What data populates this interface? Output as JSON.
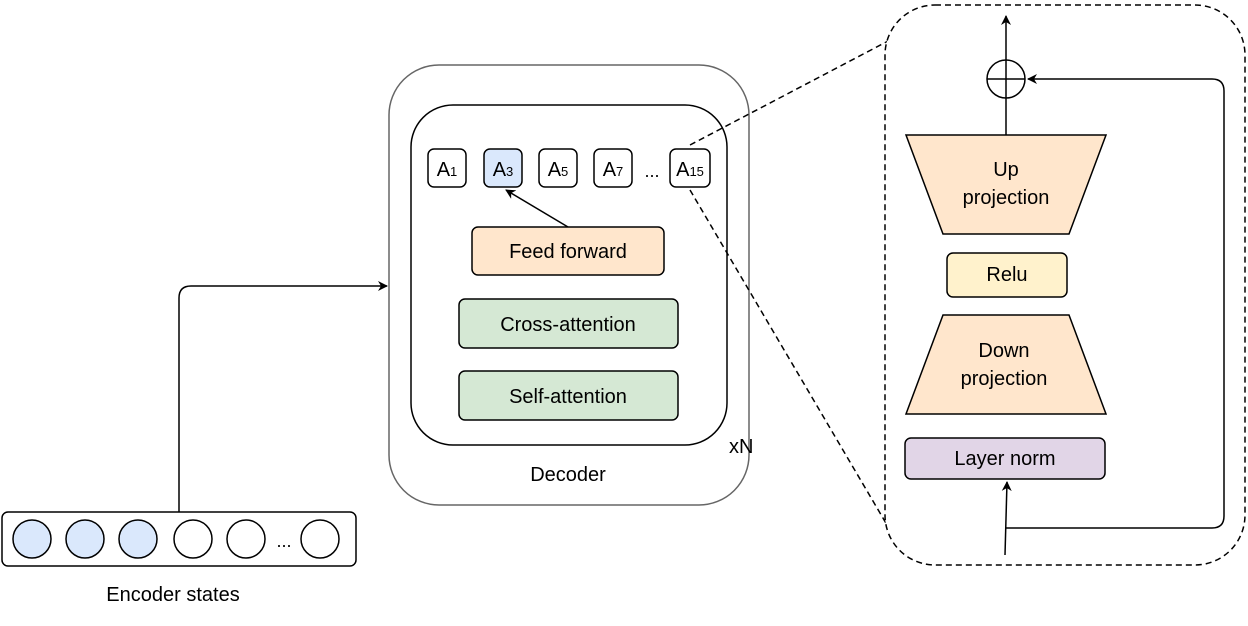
{
  "encoder": {
    "label": "Encoder states",
    "ellipsis": "...",
    "states": [
      {
        "filled": true
      },
      {
        "filled": true
      },
      {
        "filled": true
      },
      {
        "filled": false
      },
      {
        "filled": false
      },
      {
        "filled": false
      }
    ]
  },
  "decoder": {
    "label": "Decoder",
    "repeat": "xN",
    "adapters": [
      {
        "main": "A",
        "sub": "1",
        "highlight": false
      },
      {
        "main": "A",
        "sub": "3",
        "highlight": true
      },
      {
        "main": "A",
        "sub": "5",
        "highlight": false
      },
      {
        "main": "A",
        "sub": "7",
        "highlight": false
      },
      {
        "main": "A",
        "sub": "15",
        "highlight": false
      }
    ],
    "adapter_ellipsis": "...",
    "feed_forward": "Feed forward",
    "cross_attention": "Cross-attention",
    "self_attention": "Self-attention"
  },
  "adapter_detail": {
    "up_line1": "Up",
    "up_line2": "projection",
    "relu": "Relu",
    "down_line1": "Down",
    "down_line2": "projection",
    "layer_norm": "Layer norm"
  },
  "colors": {
    "state_fill": "#dae8fc",
    "adapter_highlight": "#dae8fc",
    "feed_forward": "#ffe6cc",
    "attention": "#d5e8d4",
    "projection": "#ffe6cc",
    "relu": "#fff2cc",
    "layer_norm": "#e1d5e7"
  }
}
